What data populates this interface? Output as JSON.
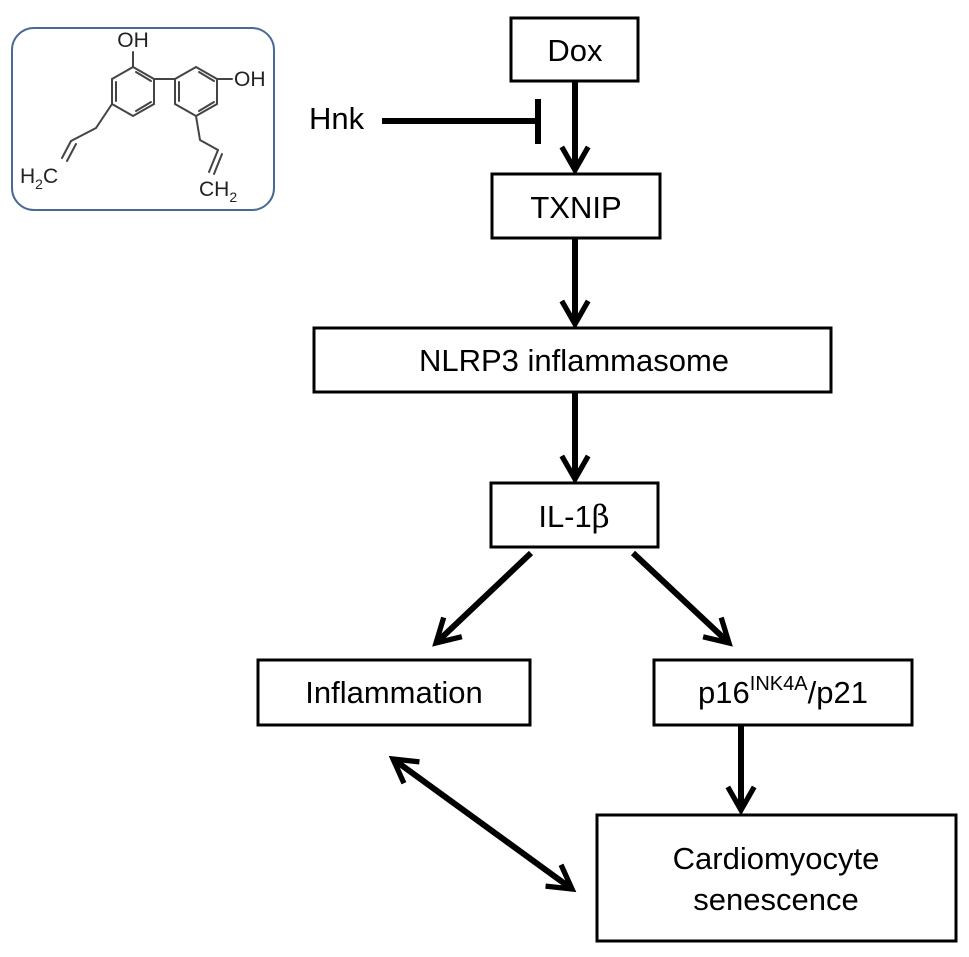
{
  "inhibitor": {
    "label": "Hnk"
  },
  "nodes": {
    "dox": "Dox",
    "txnip": "TXNIP",
    "nlrp3": "NLRP3 inflammasome",
    "il1b_prefix": "IL-1",
    "il1b_greek": "β",
    "inflammation": "Inflammation",
    "p16_prefix": "p16",
    "p16_superscript": "INK4A",
    "p16_suffix": "/p21",
    "senescence_line1": "Cardiomyocyte",
    "senescence_line2": "senescence"
  },
  "molecule": {
    "oh_top": "OH",
    "oh_right": "OH",
    "ch2_left_main": "H",
    "ch2_left_sub": "2",
    "ch2_left_tail": "C",
    "ch2_right_main": "CH",
    "ch2_right_sub": "2"
  },
  "colors": {
    "molecule_frame": "#4a6a96",
    "arrows": "#000000"
  }
}
